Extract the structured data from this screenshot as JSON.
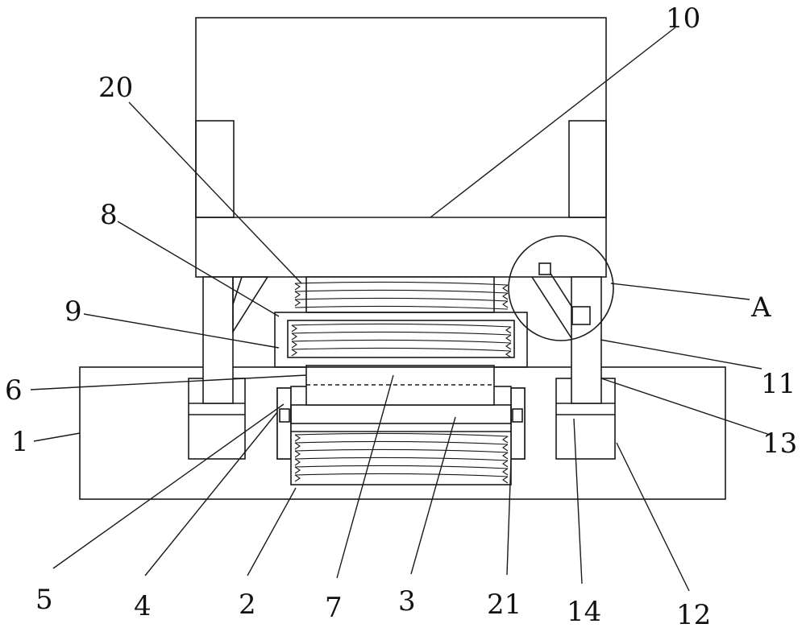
{
  "figure": {
    "labels": {
      "base": "1",
      "lower_cavity": "2",
      "lower_plate": "3",
      "lower_slot": "4",
      "guide_block": "5",
      "guide_ring": "6",
      "connecting_column": "7",
      "upper_box": "8",
      "upper_plate": "9",
      "body": "10",
      "leg": "11",
      "leg_socket": "12",
      "leg_foot": "13",
      "socket_plate": "14",
      "upper_spring": "20",
      "lower_spring": "21",
      "detail_view": "A"
    }
  }
}
